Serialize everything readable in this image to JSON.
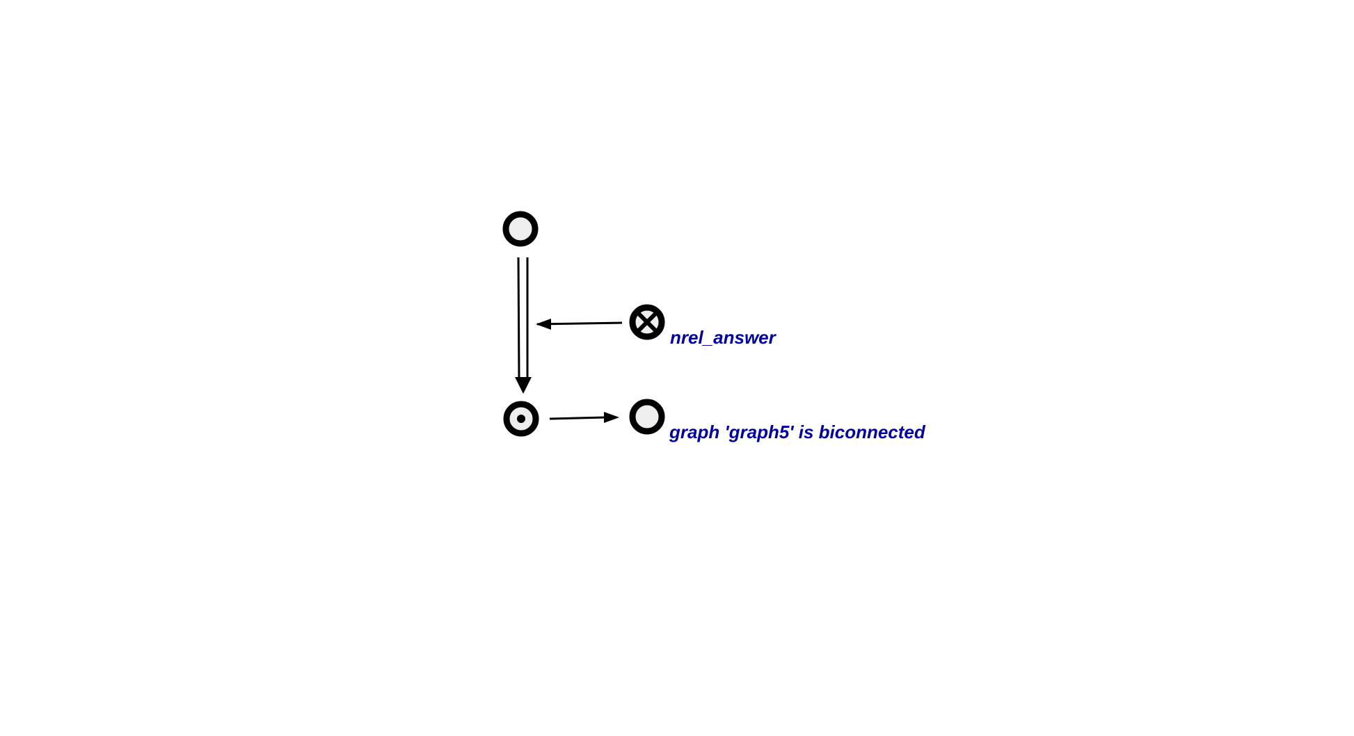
{
  "diagram": {
    "labels": {
      "relation": "nrel_answer",
      "statement": "graph 'graph5' is biconnected"
    },
    "colors": {
      "background": "#ffffff",
      "stroke": "#000000",
      "node_fill": "#eeeeee",
      "label": "#0000a0"
    },
    "nodes": [
      {
        "id": "question-node",
        "kind": "plain"
      },
      {
        "id": "relation-node",
        "kind": "role-relation"
      },
      {
        "id": "target-node",
        "kind": "tuple"
      },
      {
        "id": "statement-node",
        "kind": "plain"
      }
    ],
    "edges": [
      {
        "from": "question-node",
        "to": "target-node",
        "style": "double-arrow"
      },
      {
        "from": "relation-node",
        "to": "question-target-edge",
        "style": "arrow"
      },
      {
        "from": "target-node",
        "to": "statement-node",
        "style": "arrow"
      }
    ]
  }
}
